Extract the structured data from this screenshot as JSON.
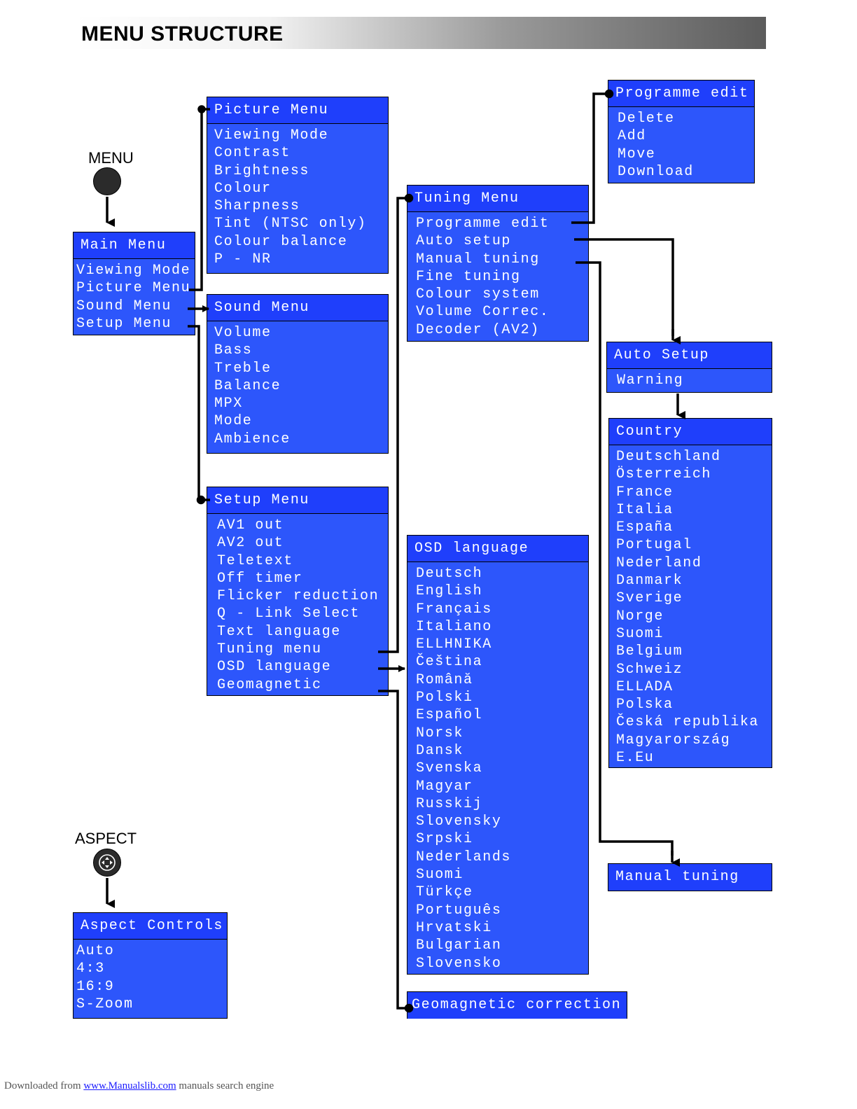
{
  "header": {
    "title": "MENU STRUCTURE"
  },
  "buttons": {
    "menu": "MENU",
    "aspect": "ASPECT"
  },
  "menus": {
    "main": {
      "title": "Main Menu",
      "items": [
        "Viewing Mode",
        "Picture Menu",
        "Sound Menu",
        "Setup Menu"
      ]
    },
    "picture": {
      "title": "Picture Menu",
      "items": [
        "Viewing Mode",
        "Contrast",
        "Brightness",
        "Colour",
        "Sharpness",
        "Tint (NTSC only)",
        "Colour balance",
        "P - NR"
      ]
    },
    "sound": {
      "title": "Sound Menu",
      "items": [
        "Volume",
        "Bass",
        "Treble",
        "Balance",
        "MPX",
        "Mode",
        "Ambience"
      ]
    },
    "setup": {
      "title": "Setup Menu",
      "items": [
        "AV1 out",
        "AV2 out",
        "Teletext",
        "Off timer",
        "Flicker reduction",
        "Q - Link Select",
        "Text language",
        "Tuning menu",
        "OSD language",
        "Geomagnetic"
      ]
    },
    "tuning": {
      "title": "Tuning Menu",
      "items": [
        "Programme edit",
        "Auto setup",
        "Manual tuning",
        "Fine tuning",
        "Colour system",
        "Volume Correc.",
        "Decoder (AV2)"
      ]
    },
    "programme_edit": {
      "title": "Programme edit",
      "items": [
        "Delete",
        "Add",
        "Move",
        "Download"
      ]
    },
    "auto_setup": {
      "title": "Auto Setup",
      "items": [
        "Warning"
      ]
    },
    "country": {
      "title": "Country",
      "items": [
        "Deutschland",
        "Österreich",
        "France",
        "Italia",
        "España",
        "Portugal",
        "Nederland",
        "Danmark",
        "Sverige",
        "Norge",
        "Suomi",
        "Belgium",
        "Schweiz",
        "ELLADA",
        "Polska",
        "Česká republika",
        "Magyarország",
        "E.Eu"
      ]
    },
    "osd": {
      "title": "OSD language",
      "items": [
        "Deutsch",
        "English",
        "Français",
        "Italiano",
        "ELLHNIKA",
        "Čeština",
        "Română",
        "Polski",
        "Español",
        "Norsk",
        "Dansk",
        "Svenska",
        "Magyar",
        "Russkij",
        "Slovensky",
        "Srpski",
        "Nederlands",
        "Suomi",
        "Türkçe",
        "Português",
        "Hrvatski",
        "Bulgarian",
        "Slovensko"
      ]
    },
    "manual_tuning": {
      "title": "Manual tuning",
      "items": []
    },
    "aspect": {
      "title": "Aspect Controls",
      "items": [
        "Auto",
        "4:3",
        "16:9",
        "S-Zoom"
      ]
    },
    "geomagnetic": {
      "title": "Geomagnetic correction",
      "items": []
    }
  },
  "footer": {
    "prefix": "Downloaded from",
    "link": "www.Manualslib.com",
    "suffix": "manuals search engine"
  },
  "colors": {
    "menu_bg": "#2d56fb",
    "menu_title_bg": "#1f3ffb",
    "text": "#ffffff",
    "connector": "#000000"
  }
}
